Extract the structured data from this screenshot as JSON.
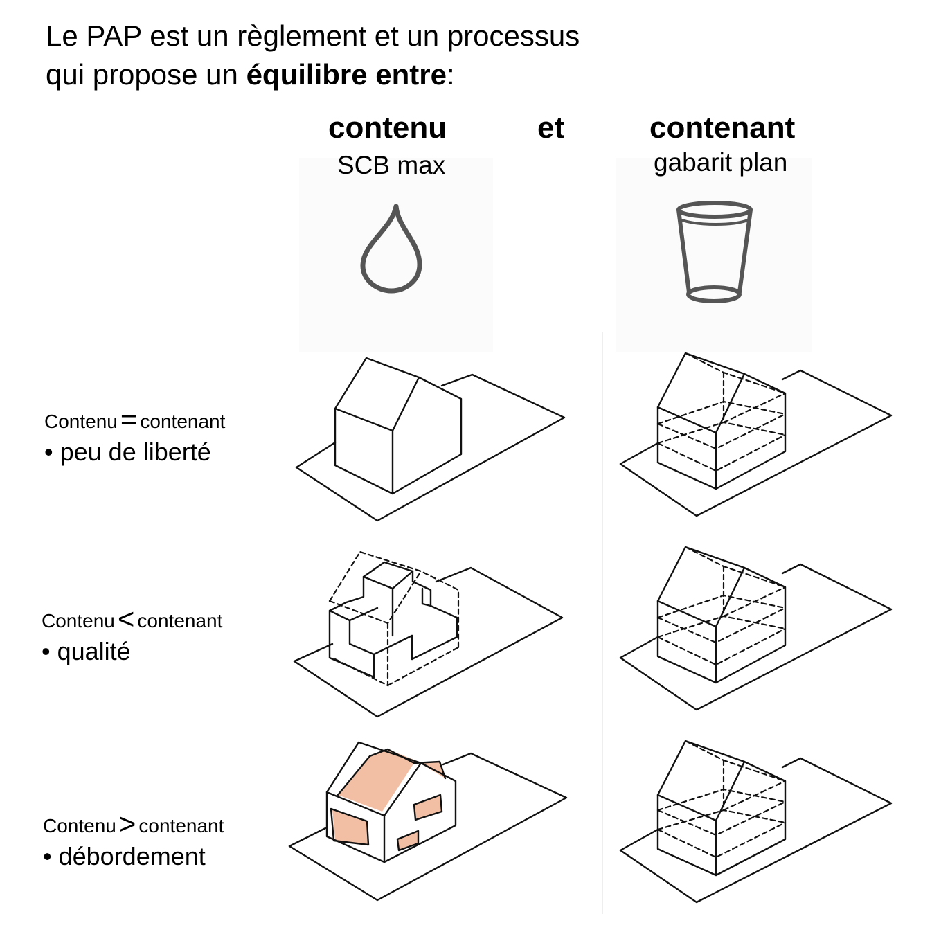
{
  "title": {
    "line1": "Le PAP est un règlement et un processus",
    "line2_prefix": "qui propose un ",
    "line2_bold": "équilibre entre",
    "line2_suffix": ":"
  },
  "columns": {
    "left_heading": "contenu",
    "left_sub": "SCB max",
    "conjunction": "et",
    "right_heading": "contenant",
    "right_sub": "gabarit plan"
  },
  "icons": {
    "left": "water-drop-icon",
    "right": "glass-icon"
  },
  "rows": [
    {
      "word_a": "Contenu",
      "operator": "=",
      "word_b": "contenant",
      "note": "• peu de liberté"
    },
    {
      "word_a": "Contenu",
      "operator": "<",
      "word_b": "contenant",
      "note": "• qualité"
    },
    {
      "word_a": "Contenu",
      "operator": ">",
      "word_b": "contenant",
      "note": "• débordement"
    }
  ],
  "colors": {
    "overflow_fill": "#f3bfa4",
    "ink": "#111111",
    "panel": "#fbfbfb"
  }
}
